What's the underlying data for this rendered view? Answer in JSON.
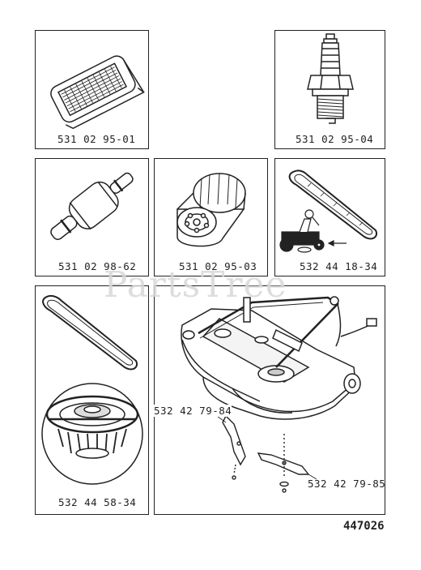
{
  "panels": {
    "air_filter": {
      "part_number": "531 02 95-01"
    },
    "spark_plug": {
      "part_number": "531 02 95-04"
    },
    "fuel_filter": {
      "part_number": "531 02 98-62"
    },
    "oil_filter": {
      "part_number": "531 02 95-03"
    },
    "drive_belt": {
      "part_number": "532 44 18-34"
    },
    "deck_belt_pulley": {
      "part_number": "532 44 58-34"
    },
    "mower_deck": {
      "blade_left_part_number": "532 42 79-84",
      "blade_right_part_number": "532 42 79-85"
    }
  },
  "watermark": "PartsTree",
  "document_number": "447026"
}
